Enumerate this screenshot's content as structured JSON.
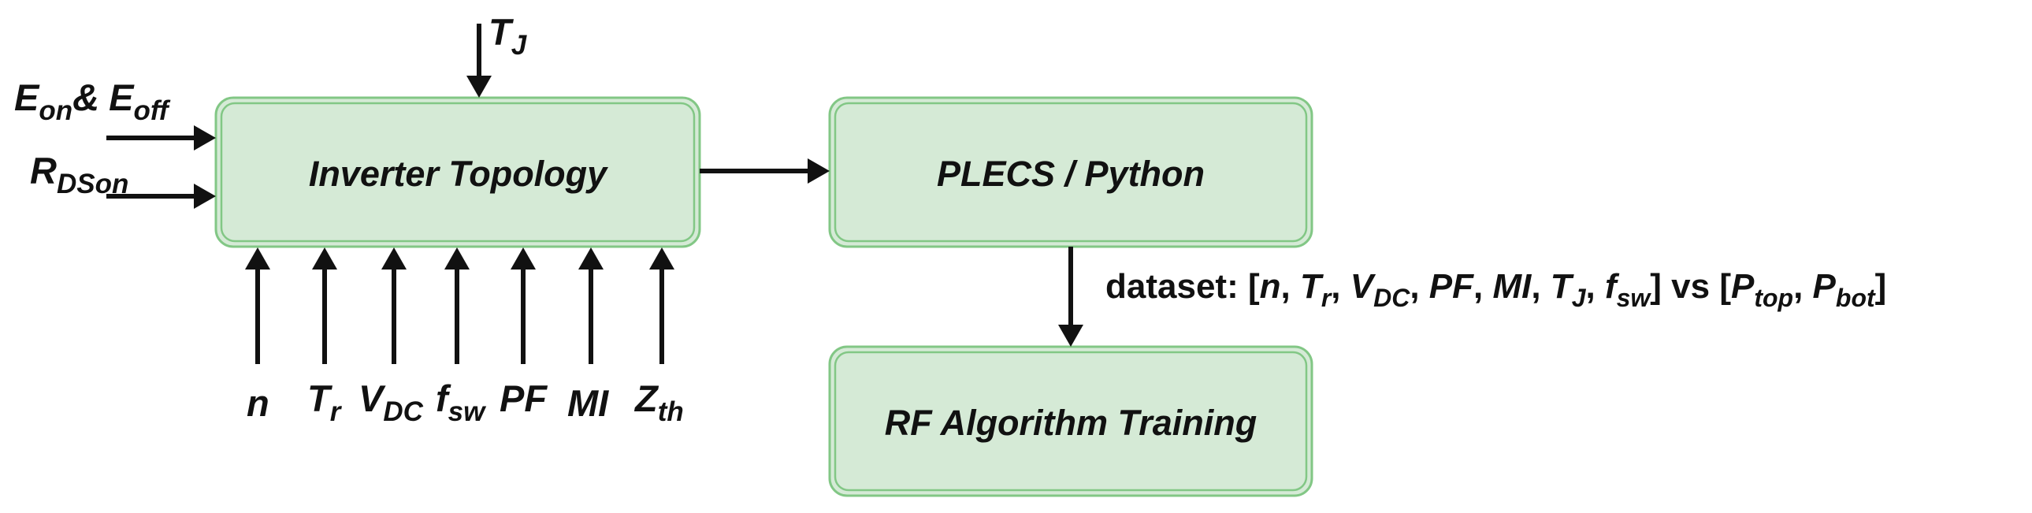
{
  "boxes": {
    "inverter": "Inverter Topology",
    "plecs": "PLECS / Python",
    "rf": "RF Algorithm Training"
  },
  "inputs": {
    "tj_top": {
      "main": "T",
      "sub": "J"
    },
    "eon": {
      "main": "E",
      "sub": "on"
    },
    "amp": "&",
    "eoff": {
      "main": "E",
      "sub": "off"
    },
    "rdson": {
      "main": "R",
      "sub": "DSon"
    },
    "n": "n",
    "tr": {
      "main": "T",
      "sub": "r"
    },
    "vdc": {
      "main": "V",
      "sub": "DC"
    },
    "fsw": {
      "main": "f",
      "sub": "sw"
    },
    "pf": "PF",
    "mi": "MI",
    "zth": {
      "main": "Z",
      "sub": "th"
    }
  },
  "dataset": {
    "prefix": "dataset: [",
    "n": "n",
    "sep": ", ",
    "tr": {
      "main": "T",
      "sub": "r"
    },
    "vdc": {
      "main": "V",
      "sub": "DC"
    },
    "pf": "PF",
    "mi": "MI",
    "tj": {
      "main": "T",
      "sub": "J"
    },
    "fsw": {
      "main": "f",
      "sub": "sw"
    },
    "vs": "] vs [",
    "ptop": {
      "main": "P",
      "sub": "top"
    },
    "pbot": {
      "main": "P",
      "sub": "bot"
    },
    "close": "]"
  },
  "colors": {
    "box_fill": "#d5ead6",
    "box_stroke": "#82c785",
    "text": "#111111"
  }
}
